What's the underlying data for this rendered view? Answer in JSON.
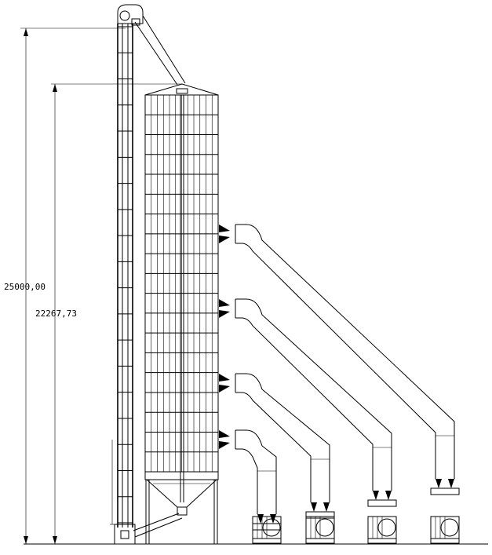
{
  "dimensions": {
    "total_height": "25000,00",
    "silo_height": "22267,73"
  },
  "silo": {
    "grid_rows": 19,
    "grid_cols": 12
  },
  "elevator": {
    "rungs": 20
  },
  "fans": [
    {
      "id": 1
    },
    {
      "id": 2
    },
    {
      "id": 3
    },
    {
      "id": 4
    }
  ],
  "line_color": "#000000",
  "background_color": "#ffffff"
}
